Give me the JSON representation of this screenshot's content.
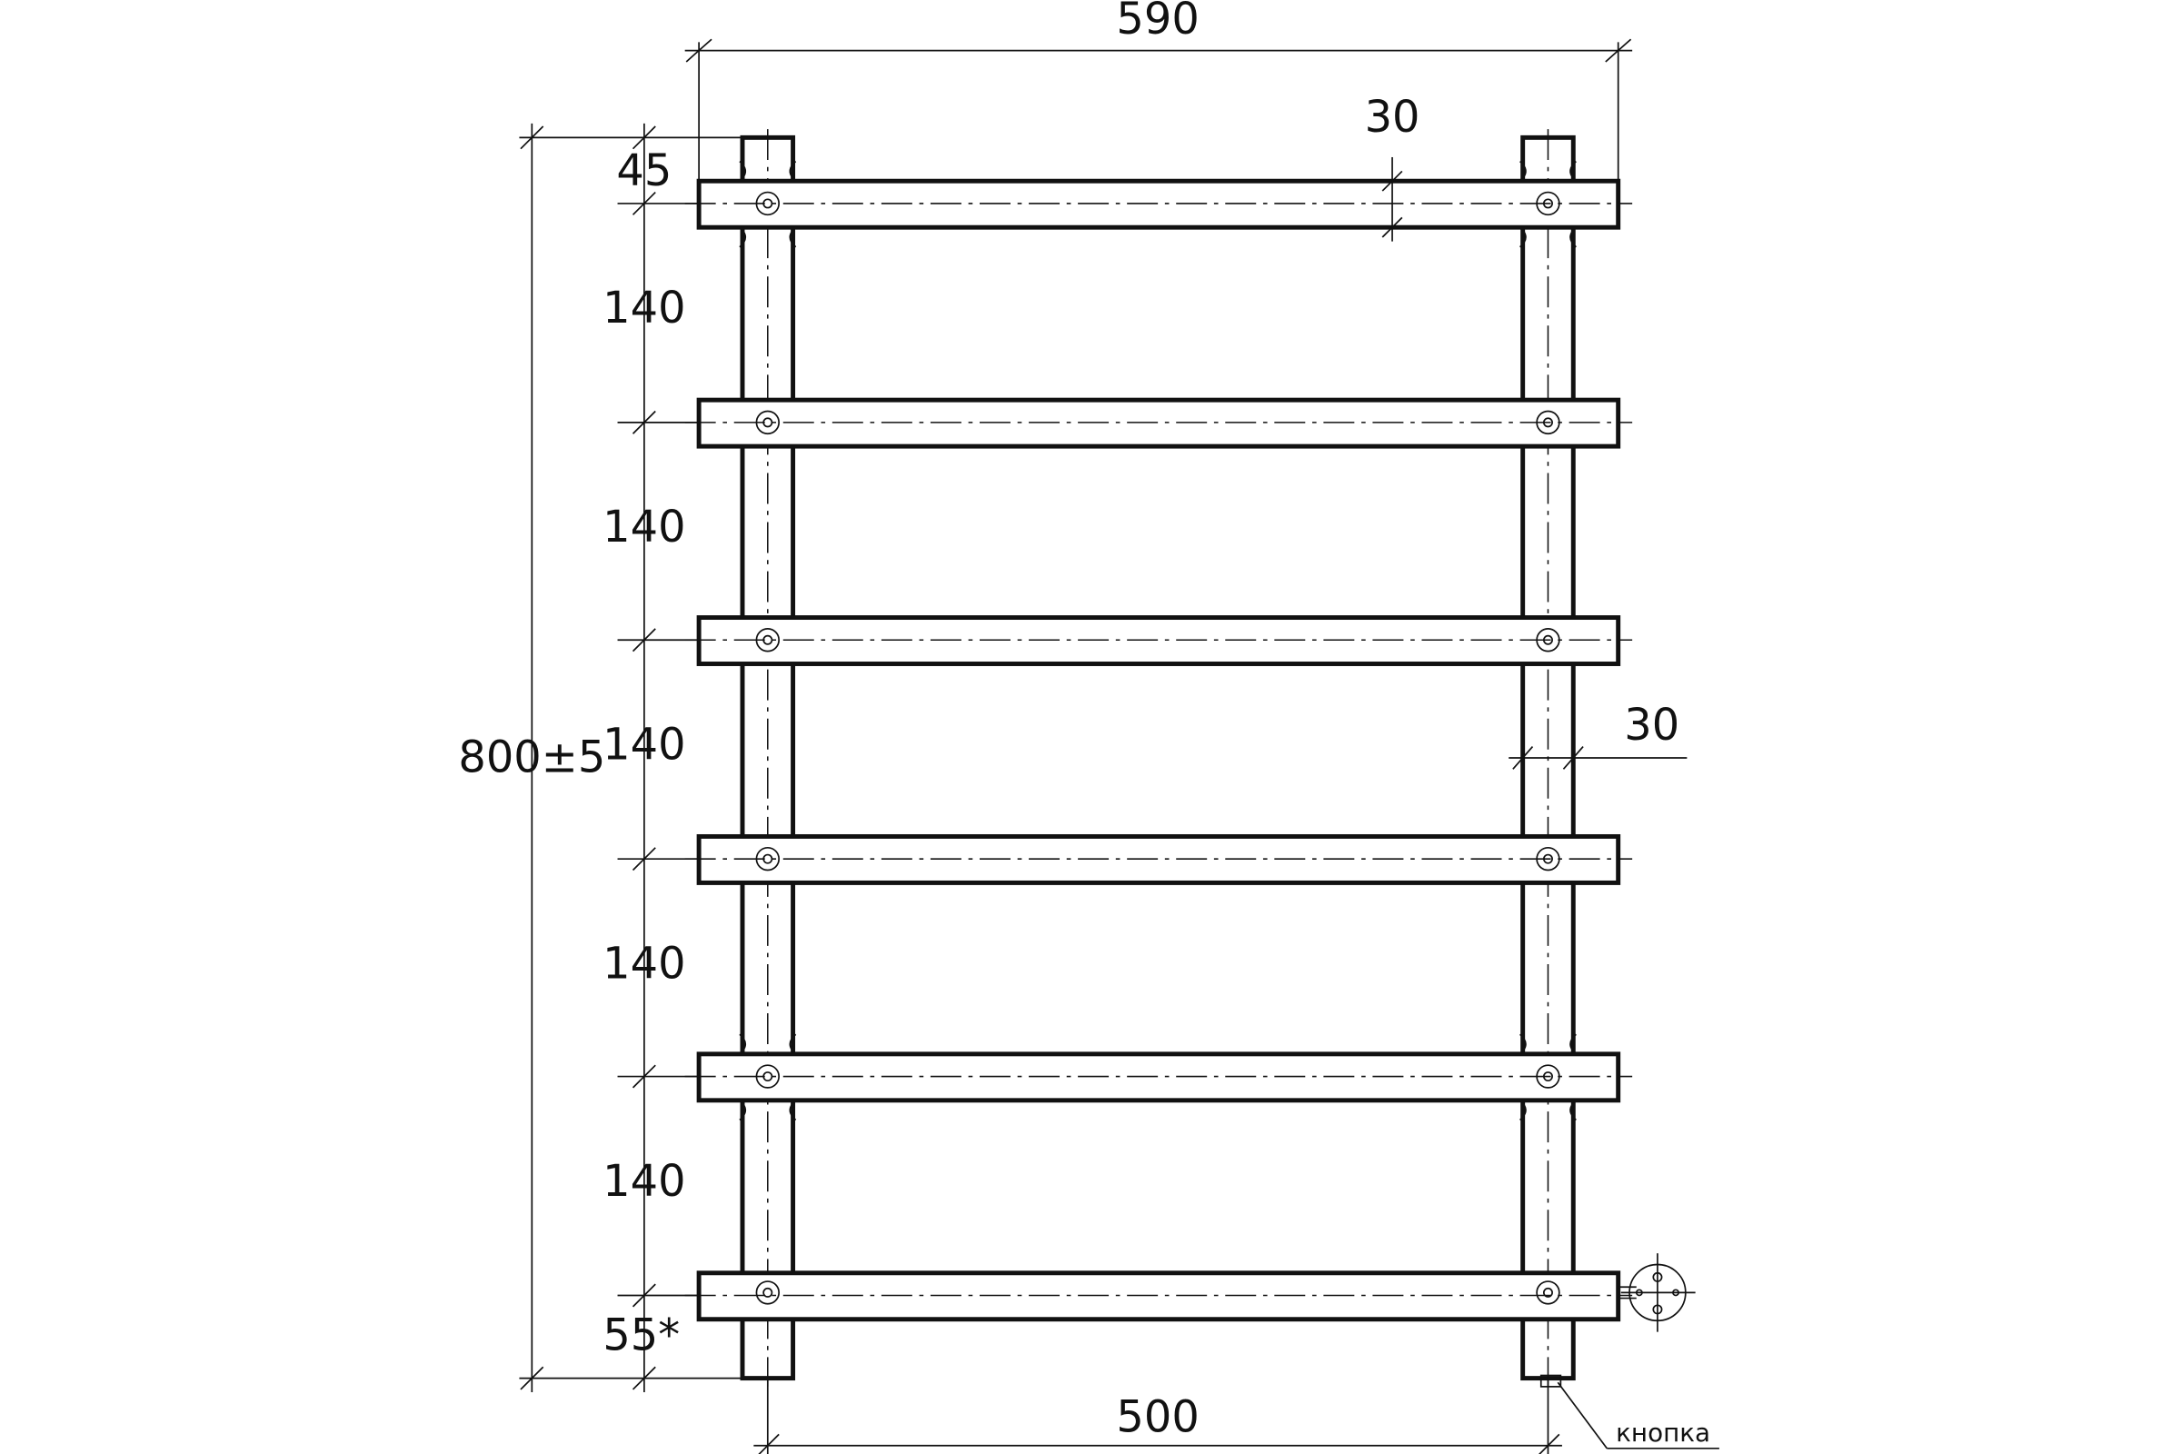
{
  "dimensions": {
    "overall_width": "590",
    "bar_height": "30",
    "top_offset": "45",
    "spacing_1": "140",
    "spacing_2": "140",
    "spacing_3": "140",
    "spacing_4": "140",
    "spacing_5": "140",
    "overall_height": "800±5",
    "post_width": "30",
    "bottom_offset": "55*",
    "post_center_distance": "500"
  },
  "notes": {
    "button_label": "кнопка"
  },
  "colors": {
    "line": "#111111",
    "background": "#ffffff"
  }
}
